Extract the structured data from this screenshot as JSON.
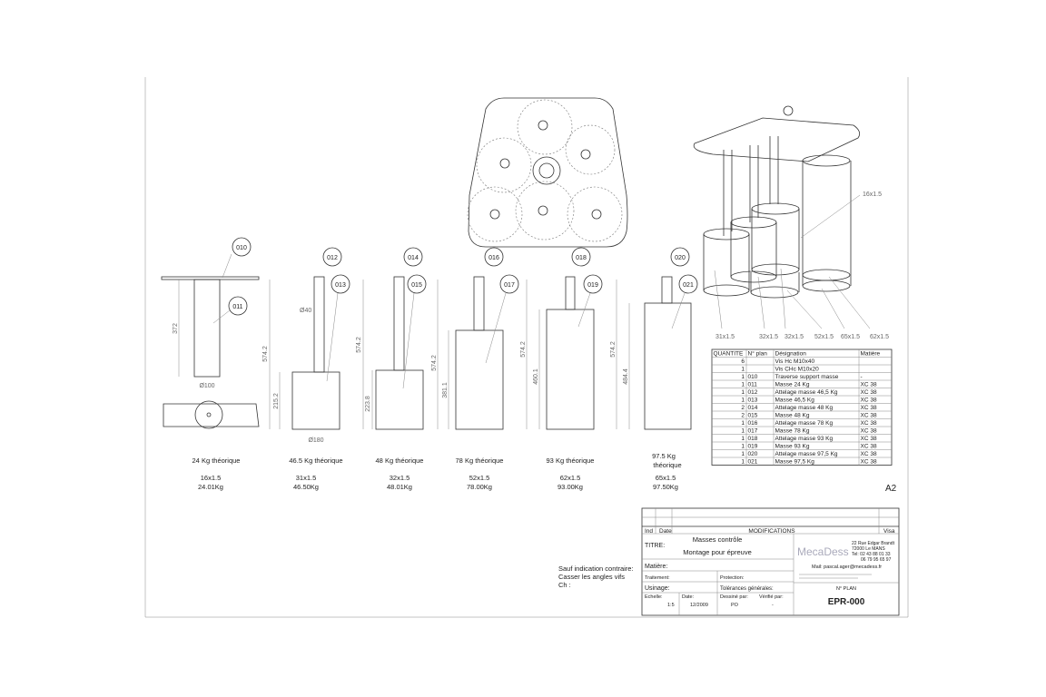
{
  "sheet_size": "A2",
  "views": [
    {
      "balloons": [
        "010",
        "011"
      ],
      "dims": [
        "372",
        "Ø100"
      ],
      "caption": "24 Kg théorique",
      "spec": "16x1.5",
      "mass": "24.01Kg"
    },
    {
      "balloons": [
        "012",
        "013"
      ],
      "dims": [
        "574.2",
        "215.2",
        "Ø40",
        "Ø180"
      ],
      "caption": "46.5 Kg théorique",
      "spec": "31x1.5",
      "mass": "46.50Kg"
    },
    {
      "balloons": [
        "014",
        "015"
      ],
      "dims": [
        "574.2",
        "223.8"
      ],
      "caption": "48 Kg théorique",
      "spec": "32x1.5",
      "mass": "48.01Kg"
    },
    {
      "balloons": [
        "016",
        "017"
      ],
      "dims": [
        "574.2",
        "381.1"
      ],
      "caption": "78 Kg théorique",
      "spec": "52x1.5",
      "mass": "78.00Kg"
    },
    {
      "balloons": [
        "018",
        "019"
      ],
      "dims": [
        "574.2",
        "460.1"
      ],
      "caption": "93 Kg théorique",
      "spec": "62x1.5",
      "mass": "93.00Kg"
    },
    {
      "balloons": [
        "020",
        "021"
      ],
      "dims": [
        "574.2",
        "484.4"
      ],
      "caption_line1": "97.5 Kg",
      "caption_line2": "théorique",
      "spec": "65x1.5",
      "mass": "97.50Kg"
    }
  ],
  "iso_labels": [
    "16x1.5",
    "31x1.5",
    "32x1.5",
    "32x1.5",
    "52x1.5",
    "65x1.5",
    "62x1.5"
  ],
  "bom": {
    "headers": [
      "QUANTITE",
      "N° plan",
      "Désignation",
      "Matière"
    ],
    "rows": [
      [
        "6",
        "",
        "Vis Hc M10x40",
        ""
      ],
      [
        "1",
        "",
        "Vis CHc M10x20",
        ""
      ],
      [
        "1",
        "010",
        "Traverse support masse",
        "-"
      ],
      [
        "1",
        "011",
        "Masse 24 Kg",
        "XC 38"
      ],
      [
        "1",
        "012",
        "Attelage masse 46,5 Kg",
        "XC 38"
      ],
      [
        "1",
        "013",
        "Masse 46,5 Kg",
        "XC 38"
      ],
      [
        "2",
        "014",
        "Attelage masse 48 Kg",
        "XC 38"
      ],
      [
        "2",
        "015",
        "Masse 48 Kg",
        "XC 38"
      ],
      [
        "1",
        "016",
        "Attelage masse 78 Kg",
        "XC 38"
      ],
      [
        "1",
        "017",
        "Masse 78 Kg",
        "XC 38"
      ],
      [
        "1",
        "018",
        "Attelage masse 93 Kg",
        "XC 38"
      ],
      [
        "1",
        "019",
        "Masse 93 Kg",
        "XC 38"
      ],
      [
        "1",
        "020",
        "Attelage masse 97,5 Kg",
        "XC 38"
      ],
      [
        "1",
        "021",
        "Masse 97,5 Kg",
        "XC 38"
      ]
    ]
  },
  "notes": [
    "Sauf indication contraire:",
    "Casser les angles vifs",
    "Ch :"
  ],
  "title_block": {
    "ind": "Ind",
    "date": "Date",
    "modifications": "MODIFICATIONS",
    "visa": "Visa",
    "titre_label": "TITRE:",
    "titre_1": "Masses contrôle",
    "titre_2": "Montage pour épreuve",
    "matiere": "Matière:",
    "traitement": "Traitement:",
    "protection": "Protection:",
    "usinage": "Usinage:",
    "tolerances": "Tolérances générales:",
    "echelle_label": "Echelle:",
    "echelle": "1:5",
    "date_label": "Date:",
    "date_value": "12/2009",
    "dessine_label": "Dessiné par:",
    "dessine": "PO",
    "verifie_label": "Vérifié par:",
    "verifie": "-",
    "logo": "MecaDess",
    "address": [
      "22 Rue Edgar Brandt",
      "72000 Le MANS",
      "Tel: 02 43 88 01 33",
      "06 79 95 65 97"
    ],
    "mail": "Mail: pascal.ager@mecadess.fr",
    "plan_label": "N° PLAN",
    "plan": "EPR-000"
  }
}
